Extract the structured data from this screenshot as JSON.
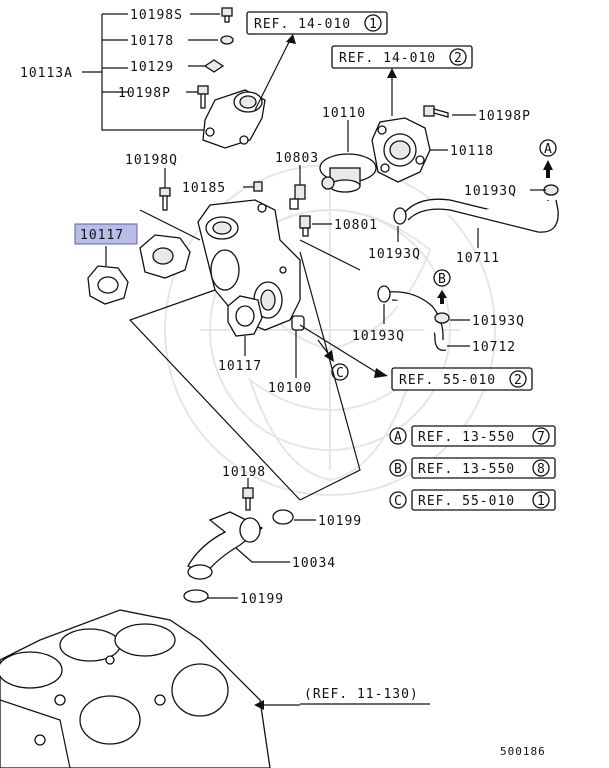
{
  "labels": {
    "p10198S": "10198S",
    "p10178": "10178",
    "p10113A": "10113A",
    "p10129": "10129",
    "p10198P_a": "10198P",
    "p10198P_b": "10198P",
    "p10110": "10110",
    "p10118": "10118",
    "p10198Q": "10198Q",
    "p10803": "10803",
    "p10185": "10185",
    "p10193Q_a": "10193Q",
    "p10117_hl": "10117",
    "p10801": "10801",
    "p10193Q_b": "10193Q",
    "p10711": "10711",
    "p10193Q_c": "10193Q",
    "p10193Q_d": "10193Q",
    "p10712": "10712",
    "p10117_b": "10117",
    "p10100": "10100",
    "p10198": "10198",
    "p10199_a": "10199",
    "p10034": "10034",
    "p10199_b": "10199",
    "ref_11_130": "(REF. 11-130)",
    "figure_no": "500186"
  },
  "refs": {
    "ref1_text": "REF. 14-010",
    "ref1_num": "1",
    "ref2_text": "REF. 14-010",
    "ref2_num": "2",
    "ref3_text": "REF. 55-010",
    "ref3_num": "2",
    "legendA_letter": "A",
    "legendA_text": "REF. 13-550",
    "legendA_num": "7",
    "legendB_letter": "B",
    "legendB_text": "REF. 13-550",
    "legendB_num": "8",
    "legendC_letter": "C",
    "legendC_text": "REF. 55-010",
    "legendC_num": "1",
    "markA": "A",
    "markB": "B",
    "markC": "C"
  }
}
